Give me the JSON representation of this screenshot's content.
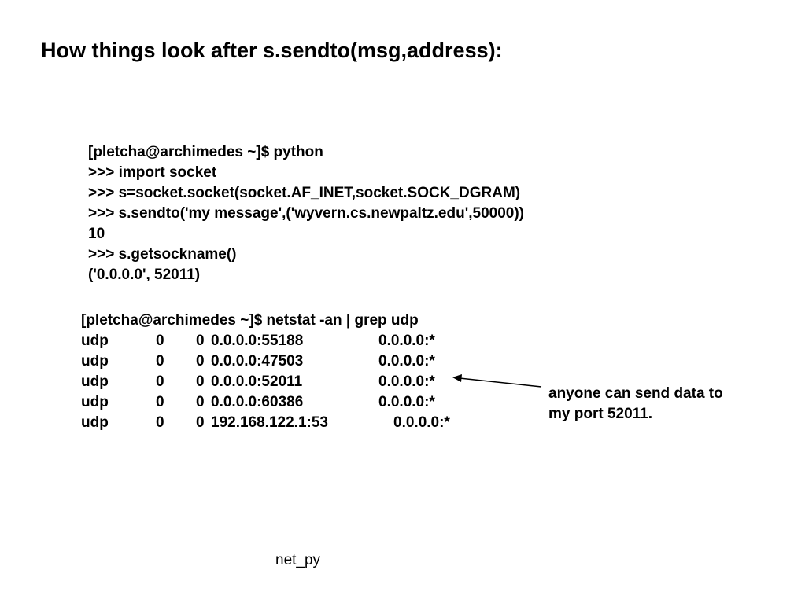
{
  "title": "How things look after s.sendto(msg,address):",
  "session": [
    "[pletcha@archimedes ~]$ python",
    ">>> import socket",
    ">>> s=socket.socket(socket.AF_INET,socket.SOCK_DGRAM)",
    ">>> s.sendto('my message',('wyvern.cs.newpaltz.edu',50000))",
    "10",
    ">>> s.getsockname()",
    "('0.0.0.0', 52011)"
  ],
  "netstat": {
    "command": "[pletcha@archimedes ~]$ netstat -an | grep udp",
    "rows": [
      {
        "proto": "udp",
        "recv": "0",
        "send": "0",
        "local": "0.0.0.0:55188",
        "foreign": "0.0.0.0:*"
      },
      {
        "proto": "udp",
        "recv": "0",
        "send": "0",
        "local": "0.0.0.0:47503",
        "foreign": "0.0.0.0:*"
      },
      {
        "proto": "udp",
        "recv": "0",
        "send": "0",
        "local": "0.0.0.0:52011",
        "foreign": "0.0.0.0:*"
      },
      {
        "proto": "udp",
        "recv": "0",
        "send": "0",
        "local": "0.0.0.0:60386",
        "foreign": "0.0.0.0:*"
      },
      {
        "proto": "udp",
        "recv": "0",
        "send": "0",
        "local": "192.168.122.1:53",
        "foreign": "0.0.0.0:*"
      }
    ]
  },
  "annotation": {
    "line1": "anyone can send data to",
    "line2": "my port 52011."
  },
  "footer": "net_py"
}
